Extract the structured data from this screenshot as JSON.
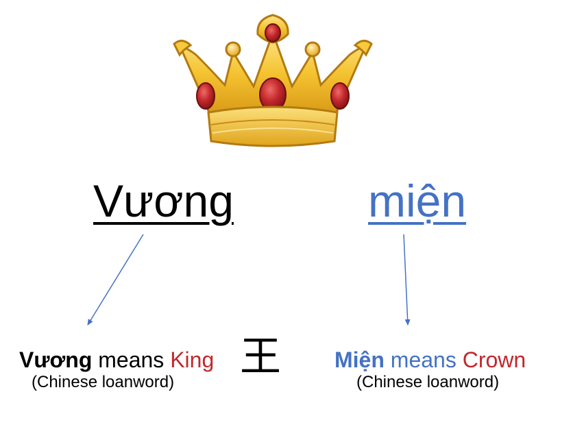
{
  "words": {
    "left": "Vương",
    "right": "miện"
  },
  "left_meaning": {
    "term": "Vương",
    "connector": " means ",
    "translation": "King",
    "han_character": "王",
    "note": "(Chinese loanword)"
  },
  "right_meaning": {
    "term": "Miện",
    "connector": " means ",
    "translation": "Crown",
    "note": "(Chinese loanword)"
  },
  "colors": {
    "accent_blue": "#4472c4",
    "accent_red": "#c0282d",
    "crown_gold": "#f2c12e",
    "jewel_red": "#b3242a"
  },
  "icons": {
    "crown": "crown-icon"
  }
}
